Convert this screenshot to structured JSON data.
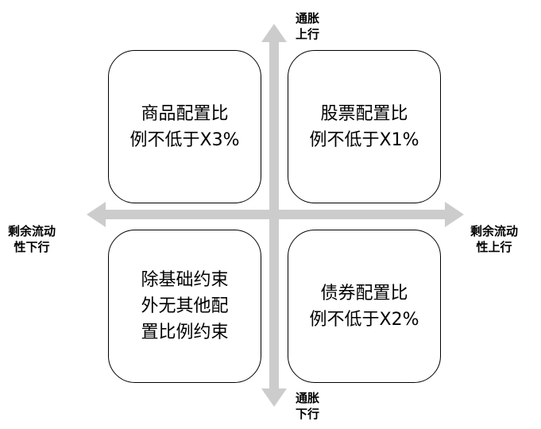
{
  "axes": {
    "top": "通胀\n上行",
    "bottom": "通胀\n下行",
    "left": "剩余流动\n性下行",
    "right": "剩余流动\n性上行",
    "color": "#cccccc"
  },
  "quadrants": {
    "top_left": "商品配置比\n例不低于X3%",
    "top_right": "股票配置比\n例不低于X1%",
    "bottom_left": "除基础约束\n外无其他配\n置比例约束",
    "bottom_right": "债券配置比\n例不低于X2%"
  }
}
